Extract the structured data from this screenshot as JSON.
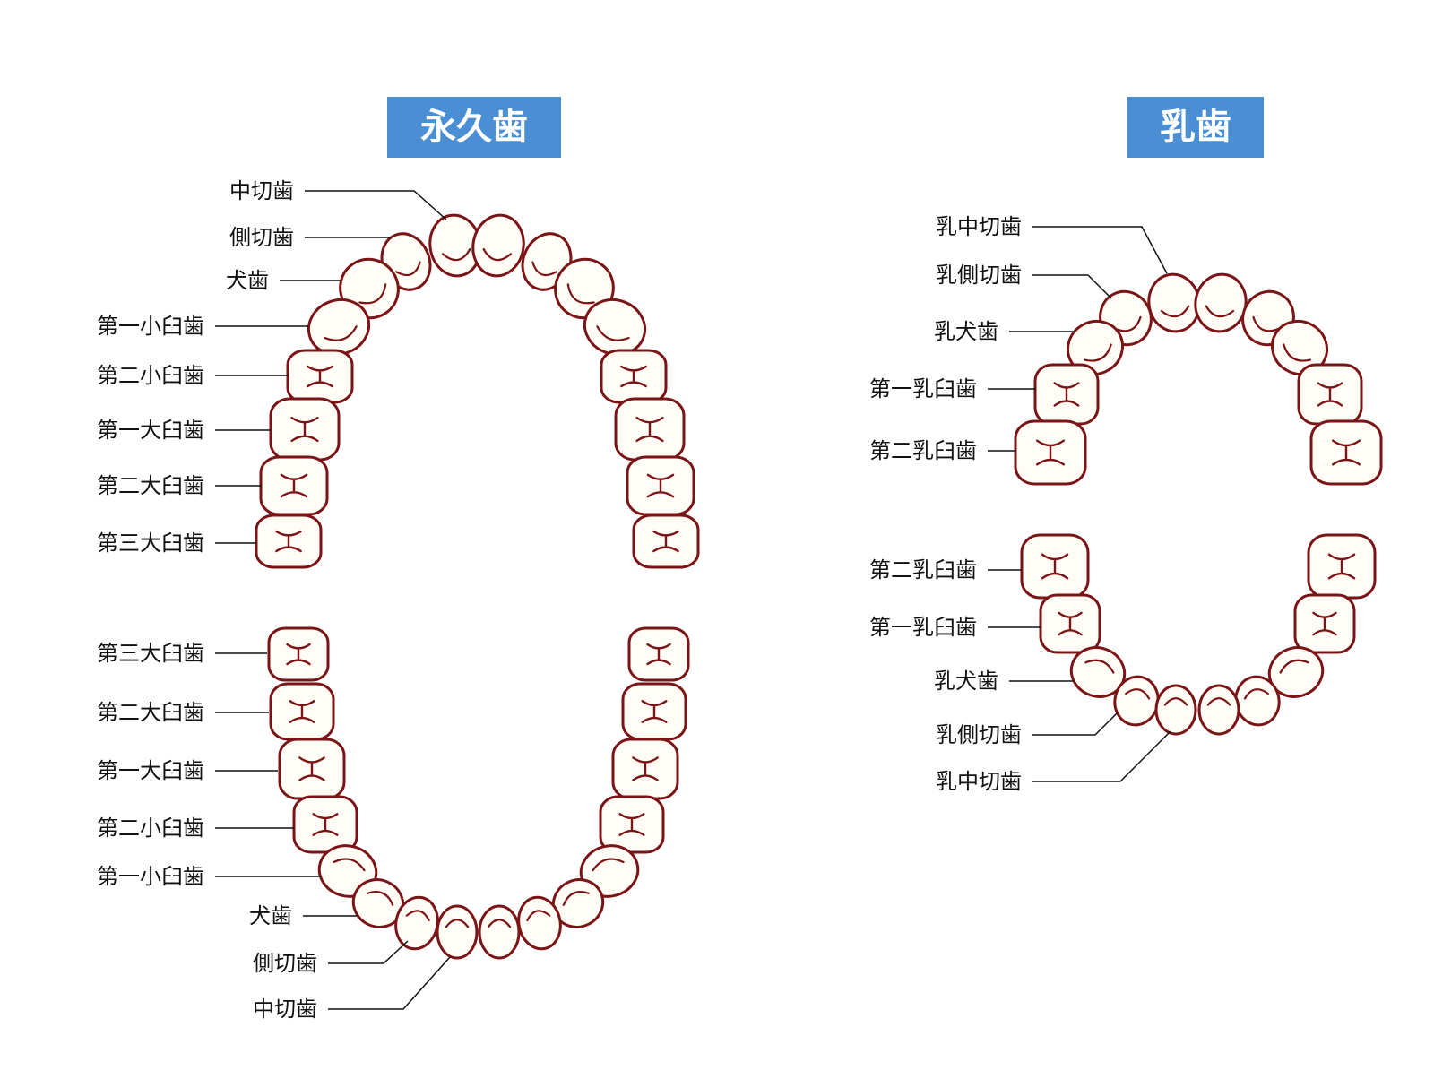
{
  "titles": {
    "permanent": "永久歯",
    "primary": "乳歯"
  },
  "colors": {
    "title_bg": "#4a8fd4",
    "tooth_outline": "#7a1416",
    "tooth_fill": "#fffdf5",
    "text": "#111111"
  },
  "permanent": {
    "upper_labels": [
      "中切歯",
      "側切歯",
      "犬歯",
      "第一小臼歯",
      "第二小臼歯",
      "第一大臼歯",
      "第二大臼歯",
      "第三大臼歯"
    ],
    "lower_labels": [
      "第三大臼歯",
      "第二大臼歯",
      "第一大臼歯",
      "第二小臼歯",
      "第一小臼歯",
      "犬歯",
      "側切歯",
      "中切歯"
    ]
  },
  "primary": {
    "upper_labels": [
      "乳中切歯",
      "乳側切歯",
      "乳犬歯",
      "第一乳臼歯",
      "第二乳臼歯"
    ],
    "lower_labels": [
      "第二乳臼歯",
      "第一乳臼歯",
      "乳犬歯",
      "乳側切歯",
      "乳中切歯"
    ]
  }
}
